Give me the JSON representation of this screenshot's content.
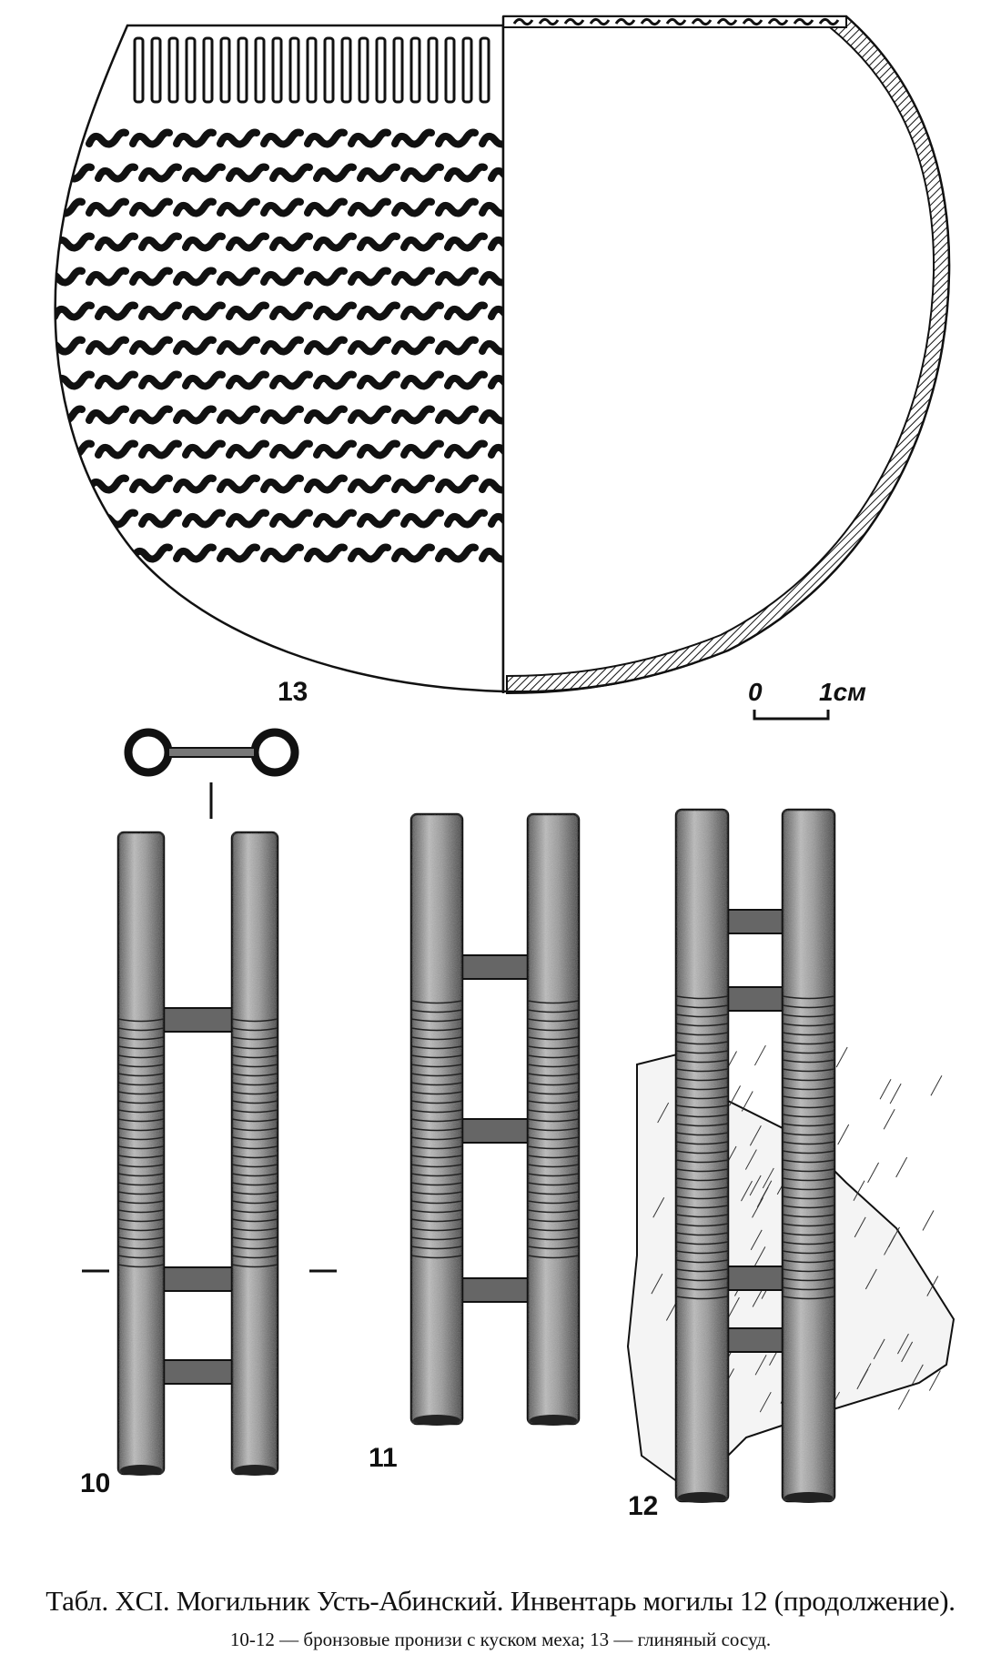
{
  "figures": {
    "vessel_label": "13",
    "bead10_label": "10",
    "bead11_label": "11",
    "bead12_label": "12"
  },
  "scale_bar": {
    "start": "0",
    "end": "1см"
  },
  "caption": {
    "title": "Табл. XCI. Могильник Усть-Абинский. Инвентарь могилы 12 (продолжение).",
    "subtitle": "10-12 — бронзовые пронизи с куском меха; 13 — глиняный сосуд."
  },
  "colors": {
    "ink": "#111111",
    "paper": "#ffffff",
    "bronze_shade": "#8a8a8a"
  }
}
